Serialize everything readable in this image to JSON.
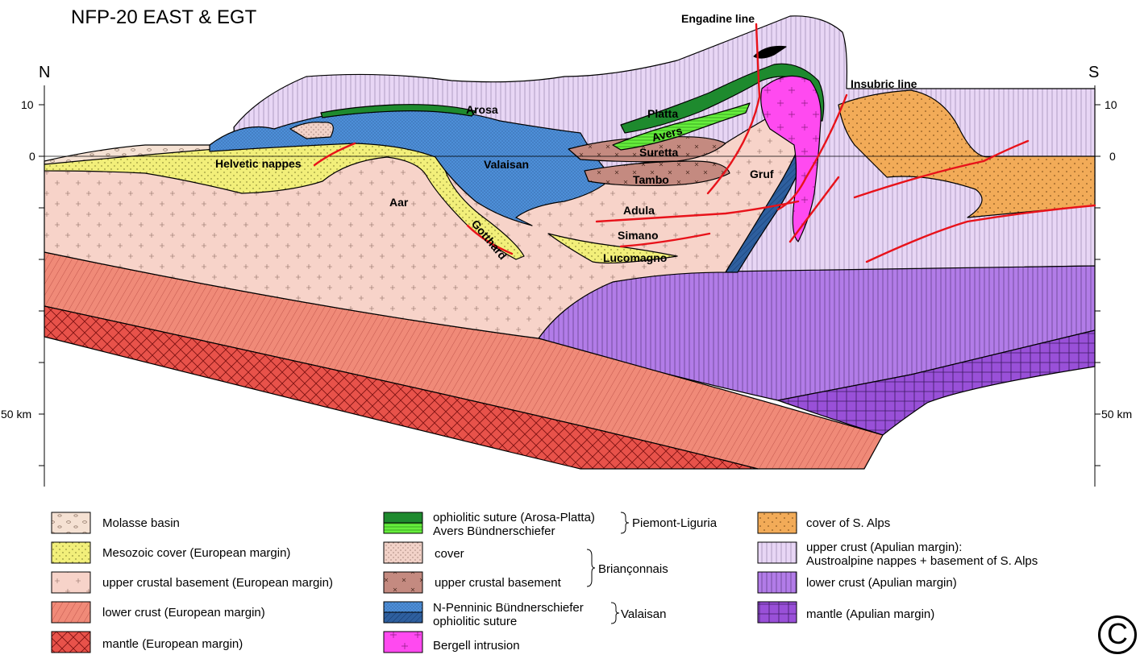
{
  "title": "NFP-20 EAST & EGT",
  "directions": {
    "north": "N",
    "south": "S"
  },
  "depth_axis": {
    "left": [
      "10",
      "0",
      "50 km"
    ],
    "right": [
      "10",
      "0",
      "50 km"
    ]
  },
  "labels": {
    "engadine_line": "Engadine line",
    "insubric_line": "Insubric line",
    "arosa": "Arosa",
    "platta": "Platta",
    "avers": "Avers",
    "suretta": "Suretta",
    "tambo": "Tambo",
    "valaisan": "Valaisan",
    "helvetic_nappes": "Helvetic nappes",
    "gruf": "Gruf",
    "aar": "Aar",
    "gotthard": "Gotthard",
    "adula": "Adula",
    "simano": "Simano",
    "lucomagno": "Lucomagno"
  },
  "colors": {
    "molasse": "#f5e1d3",
    "mesozoic_cover": "#f2ef7a",
    "upper_crust_eu": "#f7d3c9",
    "lower_crust_eu": "#f08a78",
    "mantle_eu": "#e8524a",
    "ophiolite_arosa_platta": "#1e8a2e",
    "avers": "#66ee3c",
    "brianconnais_cover": "#f2d2c8",
    "brianconnais_basement": "#c48a80",
    "valaisan_bundnerschiefer": "#4d8fd8",
    "valaisan_suture": "#2e5f9e",
    "bergell": "#ff4af0",
    "cover_s_alps": "#f2ab58",
    "upper_crust_apulian": "#e8d6f5",
    "lower_crust_apulian": "#b27ce8",
    "mantle_apulian": "#9950d8",
    "fault": "#e8121a"
  },
  "legend": {
    "col1": [
      {
        "label": "Molasse basin"
      },
      {
        "label": "Mesozoic cover (European margin)"
      },
      {
        "label": "upper crustal basement (European margin)"
      },
      {
        "label": "lower crust (European margin)"
      },
      {
        "label": "mantle (European margin)"
      }
    ],
    "col2": {
      "piemont": {
        "line1": "ophiolitic suture (Arosa-Platta)",
        "line2": "Avers Bündnerschiefer",
        "group": "Piemont-Liguria"
      },
      "brianconnais": {
        "cover": "cover",
        "basement": "upper crustal basement",
        "group": "Briançonnais"
      },
      "valaisan": {
        "line1": "N-Penninic Bündnerschiefer",
        "line2": "ophiolitic suture",
        "group": "Valaisan"
      },
      "bergell": {
        "label": "Bergell intrusion"
      }
    },
    "col3": [
      {
        "label": "cover of S. Alps"
      },
      {
        "line1": "upper crust (Apulian margin):",
        "line2": "Austroalpine nappes + basement of S. Alps"
      },
      {
        "label": "lower crust (Apulian margin)"
      },
      {
        "label": "mantle (Apulian margin)"
      }
    ]
  },
  "copyright_symbol": "C"
}
